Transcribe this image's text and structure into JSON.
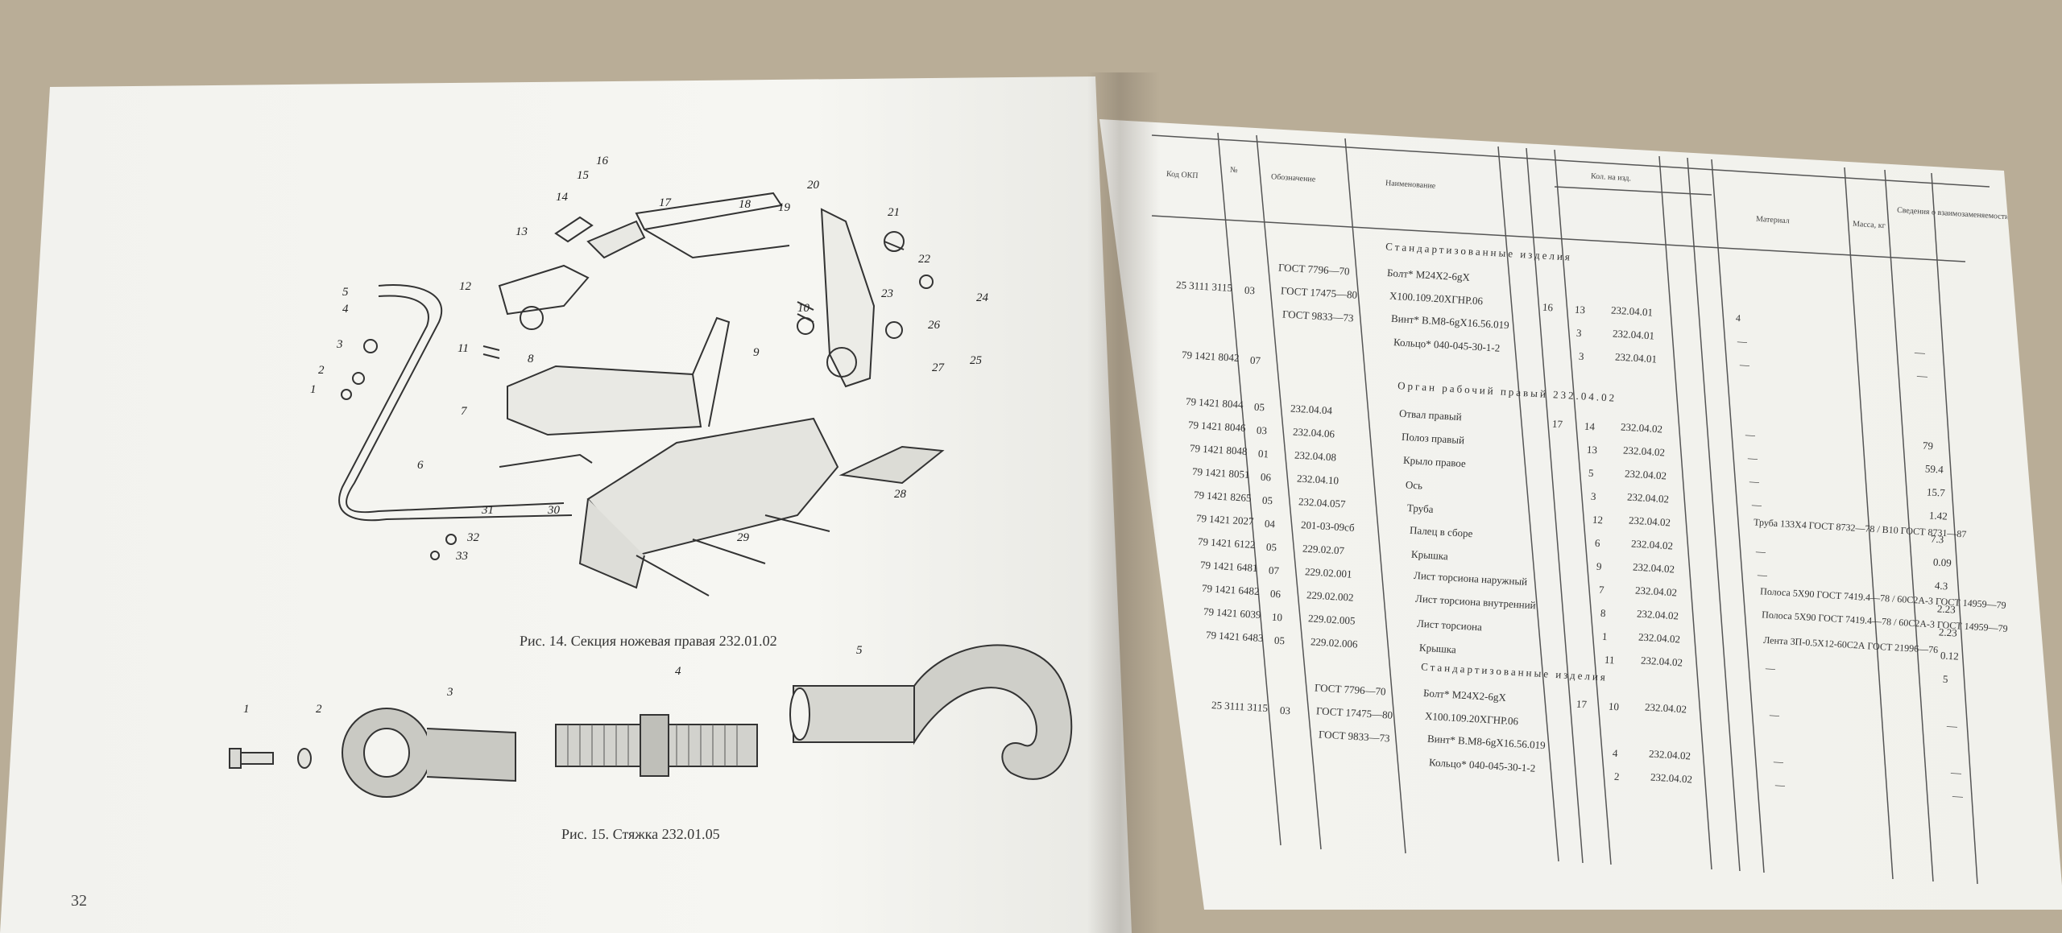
{
  "left_page": {
    "figure14": {
      "caption": "Рис. 14. Секция ножевая правая 232.01.02",
      "callouts": [
        "1",
        "2",
        "3",
        "4",
        "5",
        "6",
        "7",
        "8",
        "9",
        "10",
        "11",
        "12",
        "13",
        "14",
        "15",
        "16",
        "17",
        "18",
        "19",
        "20",
        "21",
        "22",
        "23",
        "24",
        "25",
        "26",
        "27",
        "28",
        "29",
        "30",
        "31",
        "32",
        "33"
      ]
    },
    "figure15": {
      "caption": "Рис. 15. Стяжка 232.01.05",
      "callouts": [
        "1",
        "2",
        "3",
        "4",
        "5"
      ]
    },
    "page_number": "32"
  },
  "right_page": {
    "table_header": {
      "col_code": "Код ОКП",
      "col_num": "№",
      "col_designation": "Обозначение",
      "col_name": "Наименование",
      "col_qty_group": "Кол. на изд.",
      "col_material": "Материал",
      "col_mass": "Масса, кг",
      "col_notes": "Сведения о взаимозаменяемости"
    },
    "rows": [
      {
        "code": "",
        "num": "",
        "designation": "",
        "name": "Стандартизованные изделия",
        "qty": "",
        "asm": "",
        "q2": "",
        "material": "",
        "mass": ""
      },
      {
        "code": "",
        "num": "",
        "designation": "ГОСТ 7796—70",
        "name": "Болт* М24Х2-6gХ",
        "qty": "",
        "asm": "",
        "q2": "",
        "material": "",
        "mass": ""
      },
      {
        "code": "25 3111 3115",
        "num": "03",
        "designation": "ГОСТ 17475—80",
        "name": "Х100.109.20ХГНР.06",
        "qty": "16",
        "asm": "13",
        "q2": "232.04.01",
        "material": "4",
        "mass": ""
      },
      {
        "code": "",
        "num": "",
        "designation": "ГОСТ 9833—73",
        "name": "Винт* В.М8-6gХ16.56.019",
        "qty": "",
        "asm": "3",
        "q2": "232.04.01",
        "material": "—",
        "mass": "—"
      },
      {
        "code": "",
        "num": "",
        "designation": "",
        "name": "Кольцо* 040-045-30-1-2",
        "qty": "",
        "asm": "3",
        "q2": "232.04.01",
        "material": "—",
        "mass": "—"
      },
      {
        "code": "79 1421 8042",
        "num": "07",
        "designation": "",
        "name": "",
        "qty": "",
        "asm": "",
        "q2": "",
        "material": "",
        "mass": ""
      },
      {
        "code": "",
        "num": "",
        "designation": "",
        "name": "Орган рабочий правый 232.04.02",
        "qty": "",
        "asm": "",
        "q2": "",
        "material": "",
        "mass": ""
      },
      {
        "code": "79 1421 8044",
        "num": "05",
        "designation": "232.04.04",
        "name": "Отвал правый",
        "qty": "17",
        "asm": "14",
        "q2": "232.04.02",
        "material": "—",
        "mass": "79"
      },
      {
        "code": "79 1421 8046",
        "num": "03",
        "designation": "232.04.06",
        "name": "Полоз правый",
        "qty": "",
        "asm": "13",
        "q2": "232.04.02",
        "material": "—",
        "mass": "59.4"
      },
      {
        "code": "79 1421 8048",
        "num": "01",
        "designation": "232.04.08",
        "name": "Крыло правое",
        "qty": "",
        "asm": "5",
        "q2": "232.04.02",
        "material": "—",
        "mass": "15.7"
      },
      {
        "code": "79 1421 8051",
        "num": "06",
        "designation": "232.04.10",
        "name": "Ось",
        "qty": "",
        "asm": "3",
        "q2": "232.04.02",
        "material": "—",
        "mass": "1.42"
      },
      {
        "code": "79 1421 8265",
        "num": "05",
        "designation": "232.04.057",
        "name": "Труба",
        "qty": "",
        "asm": "12",
        "q2": "232.04.02",
        "material": "Труба 133Х4 ГОСТ 8732—78 / В10 ГОСТ 8731—87",
        "mass": "7.3"
      },
      {
        "code": "79 1421 2027",
        "num": "04",
        "designation": "201-03-09сб",
        "name": "Палец в сборе",
        "qty": "",
        "asm": "6",
        "q2": "232.04.02",
        "material": "—",
        "mass": "0.09"
      },
      {
        "code": "79 1421 6122",
        "num": "05",
        "designation": "229.02.07",
        "name": "Крышка",
        "qty": "",
        "asm": "9",
        "q2": "232.04.02",
        "material": "—",
        "mass": "4.3"
      },
      {
        "code": "79 1421 6481",
        "num": "07",
        "designation": "229.02.001",
        "name": "Лист торсиона наружный",
        "qty": "",
        "asm": "7",
        "q2": "232.04.02",
        "material": "Полоса 5Х90 ГОСТ 7419.4—78 / 60С2А-3 ГОСТ 14959—79",
        "mass": "2.23"
      },
      {
        "code": "79 1421 6482",
        "num": "06",
        "designation": "229.02.002",
        "name": "Лист торсиона внутренний",
        "qty": "",
        "asm": "8",
        "q2": "232.04.02",
        "material": "Полоса 5Х90 ГОСТ 7419.4—78 / 60С2А-3 ГОСТ 14959—79",
        "mass": "2.23"
      },
      {
        "code": "79 1421 6039",
        "num": "10",
        "designation": "229.02.005",
        "name": "Лист торсиона",
        "qty": "",
        "asm": "1",
        "q2": "232.04.02",
        "material": "Лента 3П-0.5Х12-60С2А ГОСТ 21996—76",
        "mass": "0.12"
      },
      {
        "code": "79 1421 6483",
        "num": "05",
        "designation": "229.02.006",
        "name": "Крышка",
        "qty": "",
        "asm": "11",
        "q2": "232.04.02",
        "material": "—",
        "mass": "5"
      },
      {
        "code": "",
        "num": "",
        "designation": "",
        "name": "Стандартизованные изделия",
        "qty": "",
        "asm": "",
        "q2": "",
        "material": "",
        "mass": ""
      },
      {
        "code": "",
        "num": "",
        "designation": "ГОСТ 7796—70",
        "name": "Болт* М24Х2-6gХ",
        "qty": "17",
        "asm": "10",
        "q2": "232.04.02",
        "material": "—",
        "mass": "—"
      },
      {
        "code": "25 3111 3115",
        "num": "03",
        "designation": "ГОСТ 17475—80",
        "name": "Х100.109.20ХГНР.06",
        "qty": "",
        "asm": "",
        "q2": "",
        "material": "",
        "mass": ""
      },
      {
        "code": "",
        "num": "",
        "designation": "ГОСТ 9833—73",
        "name": "Винт* В.М8-6gХ16.56.019",
        "qty": "",
        "asm": "4",
        "q2": "232.04.02",
        "material": "—",
        "mass": "—"
      },
      {
        "code": "",
        "num": "",
        "designation": "",
        "name": "Кольцо* 040-045-30-1-2",
        "qty": "",
        "asm": "2",
        "q2": "232.04.02",
        "material": "—",
        "mass": "—"
      }
    ]
  }
}
